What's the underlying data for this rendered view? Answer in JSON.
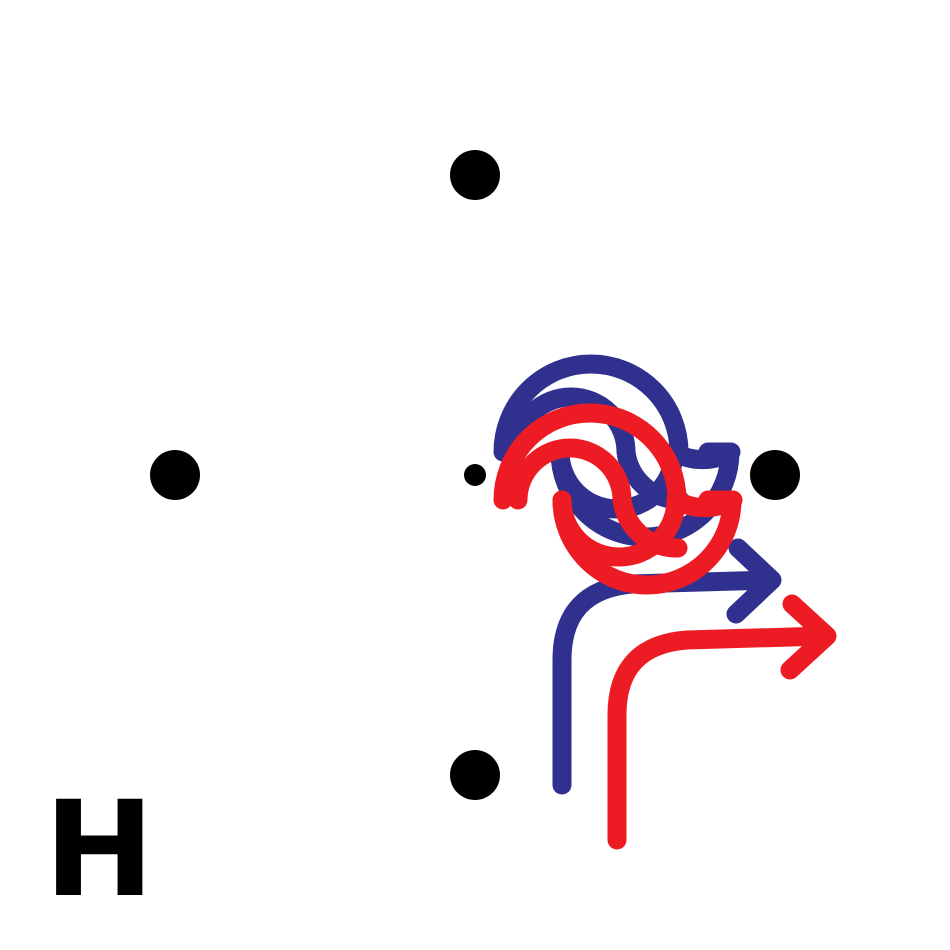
{
  "diagram": {
    "label": "H",
    "colors": {
      "background": "#ffffff",
      "dot": "#000000",
      "label": "#000000",
      "blue_path": "#30318f",
      "red_path": "#ed1c24"
    },
    "dots": [
      {
        "name": "dot-top"
      },
      {
        "name": "dot-left"
      },
      {
        "name": "dot-center"
      },
      {
        "name": "dot-right"
      },
      {
        "name": "dot-bottom"
      }
    ],
    "paths": [
      {
        "name": "blue-path",
        "color_key": "blue_path",
        "description_icon": "turn-right-arrow-icon"
      },
      {
        "name": "red-path",
        "color_key": "red_path",
        "description_icon": "turn-right-arrow-icon"
      }
    ]
  }
}
